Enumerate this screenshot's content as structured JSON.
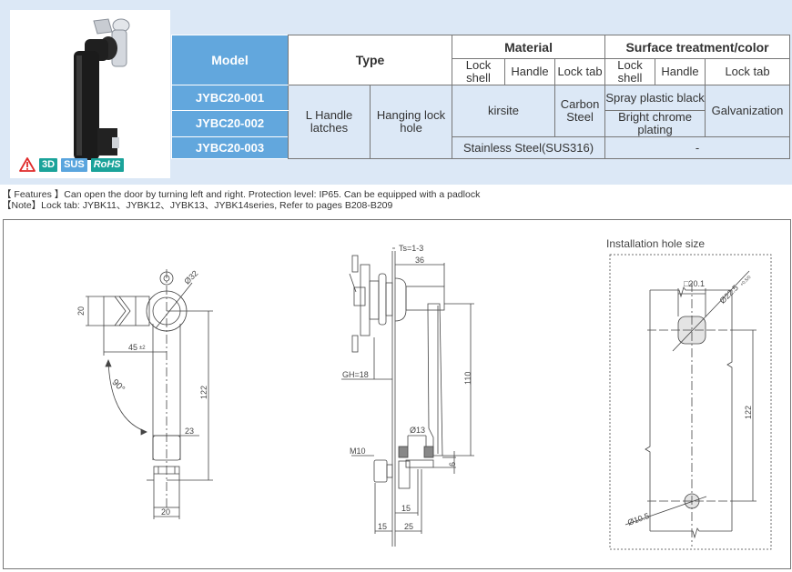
{
  "product": {
    "image_alt": "L handle latch with hanging lock hole",
    "badges": [
      "3D",
      "SUS",
      "RoHS"
    ],
    "warning_icon": "warning-triangle-icon"
  },
  "table": {
    "headers": {
      "model": "Model",
      "type": "Type",
      "material": "Material",
      "surface": "Surface treatment/color",
      "material_sub": [
        "Lock shell",
        "Handle",
        "Lock tab"
      ],
      "surface_sub": [
        "Lock shell",
        "Handle",
        "Lock tab"
      ]
    },
    "rows": [
      {
        "model": "JYBC20-001"
      },
      {
        "model": "JYBC20-002"
      },
      {
        "model": "JYBC20-003"
      }
    ],
    "type_col1": "L Handle latches",
    "type_col2": "Hanging lock hole",
    "material_shell_handle": "kirsite",
    "material_lock_tab": "Carbon Steel",
    "surface_001": "Spray plastic black",
    "surface_002": "Bright chrome plating",
    "surface_lock_tab": "Galvanization",
    "material_003": "Stainless Steel(SUS316)",
    "surface_003": "-"
  },
  "notes": {
    "features": "【 Features 】Can open the door by turning left and right. Protection level: IP65. Can be equipped with a padlock",
    "note": "【Note】Lock tab: JYBK11、JYBK12、JYBK13、JYBK14series, Refer to pages B208-B209"
  },
  "drawing": {
    "front_view": {
      "dims": {
        "d32": "Ø32",
        "h20": "20",
        "w45": "45",
        "tol45": "±2",
        "angle": "90°",
        "len122": "122",
        "w23": "23",
        "w20": "20"
      }
    },
    "side_view": {
      "dims": {
        "ts": "Ts=1-3",
        "d36": "36",
        "gh": "GH=18",
        "h110": "110",
        "d13": "Ø13",
        "m10": "M10",
        "h6": "6",
        "d15a": "15",
        "d15b": "15",
        "d25": "25"
      }
    },
    "install": {
      "title": "Installation hole size",
      "dims": {
        "sq": "□20.1",
        "d225": "Ø22.5",
        "tol": "+0.5/0",
        "len122": "122",
        "d105": "Ø10.5"
      }
    }
  }
}
